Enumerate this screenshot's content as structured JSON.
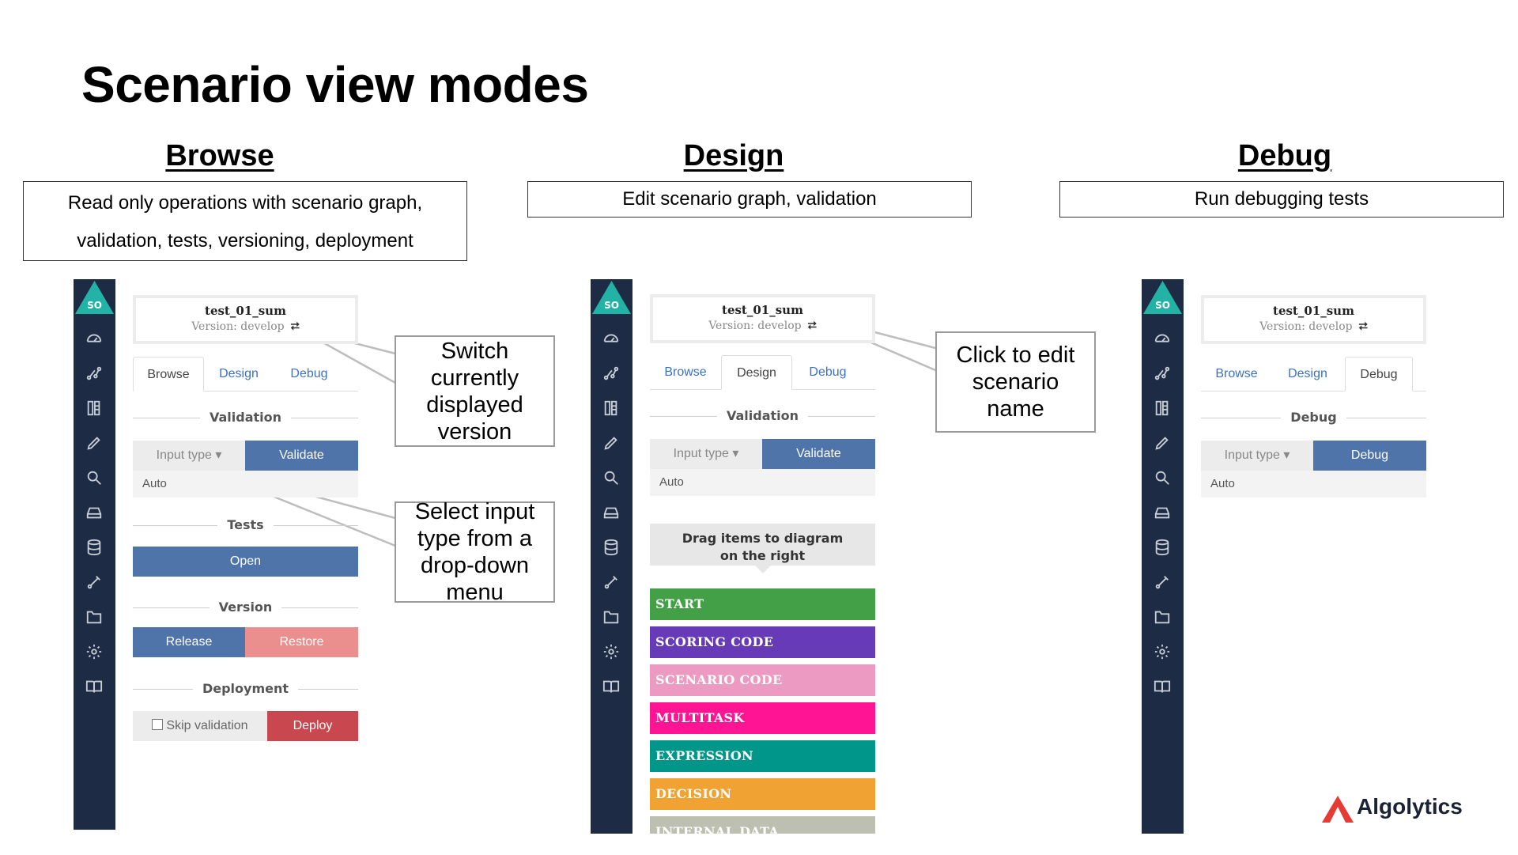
{
  "slide": {
    "title": "Scenario view modes"
  },
  "modes": [
    {
      "heading": "Browse",
      "description_lines": [
        "Read only operations with scenario graph,",
        "validation, tests, versioning, deployment"
      ]
    },
    {
      "heading": "Design",
      "description_lines": [
        "Edit scenario graph, validation"
      ]
    },
    {
      "heading": "Debug",
      "description_lines": [
        "Run debugging tests"
      ]
    }
  ],
  "callouts": {
    "switch_version_lines": [
      "Switch",
      "currently",
      "displayed",
      "version"
    ],
    "select_input_lines": [
      "Select input",
      "type from a",
      "drop-down",
      "menu"
    ],
    "edit_name_lines": [
      "Click to edit",
      "scenario",
      "name"
    ]
  },
  "navbar": {
    "logo_text": "SO",
    "icons": [
      "dashboard-icon",
      "graph-icon",
      "columns-icon",
      "pencil-icon",
      "search-icon",
      "drive-icon",
      "database-icon",
      "wrench-icon",
      "folder-icon",
      "settings-icon",
      "book-icon"
    ]
  },
  "scenario": {
    "name": "test_01_sum",
    "version_label": "Version: develop",
    "version_icon": "⮂"
  },
  "tabs": {
    "browse": "Browse",
    "design": "Design",
    "debug": "Debug"
  },
  "browse_panel": {
    "validation_label": "Validation",
    "input_type_label": "Input type ▾",
    "validate_button": "Validate",
    "input_value": "Auto",
    "tests_label": "Tests",
    "open_button": "Open",
    "version_label": "Version",
    "release_button": "Release",
    "restore_button": "Restore",
    "deployment_label": "Deployment",
    "skip_validation_label": "Skip validation",
    "deploy_button": "Deploy"
  },
  "design_panel": {
    "validation_label": "Validation",
    "input_type_label": "Input type ▾",
    "validate_button": "Validate",
    "input_value": "Auto",
    "drag_hint_lines": [
      "Drag items to diagram",
      "on the right"
    ],
    "nodes": [
      {
        "label": "START",
        "color": "#43a047"
      },
      {
        "label": "SCORING CODE",
        "color": "#673ab7"
      },
      {
        "label": "SCENARIO CODE",
        "color": "#ec9ac1"
      },
      {
        "label": "MULTITASK",
        "color": "#ff1493"
      },
      {
        "label": "EXPRESSION",
        "color": "#00968a"
      },
      {
        "label": "DECISION",
        "color": "#f0a233"
      },
      {
        "label": "INTERNAL DATA",
        "color": "#bdbfb0"
      }
    ]
  },
  "debug_panel": {
    "debug_label": "Debug",
    "input_type_label": "Input type ▾",
    "debug_button": "Debug",
    "input_value": "Auto"
  },
  "brand": {
    "name": "Algolytics",
    "colors": {
      "triangle": "#e63a35",
      "nav": "#1d2b44",
      "logo_teal": "#22b3a6"
    }
  }
}
